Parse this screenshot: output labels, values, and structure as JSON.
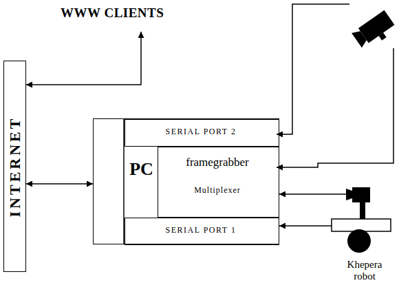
{
  "diagram": {
    "nodes": [
      {
        "text": [
          "INTERNET"
        ]
      },
      {
        "text": [
          "PC"
        ]
      },
      {
        "text": [
          "SERIAL PORT 2"
        ],
        "in": 1
      },
      {
        "text": [
          "framegrabber",
          "Multiplexer"
        ],
        "in": 1
      },
      {
        "text": [
          "SERIAL PORT 1"
        ],
        "in": 1
      },
      {
        "text": [
          "Khepera robot"
        ]
      }
    ],
    "edges": [
      {
        "from": 0,
        "to": 1,
        "arrow": "both"
      },
      {
        "from": 5,
        "to": 3,
        "arrow": "to"
      },
      {
        "from": 5,
        "to": 4,
        "arrow": "to"
      }
    ],
    "labels": [
      "WWW CLIENTS"
    ]
  }
}
